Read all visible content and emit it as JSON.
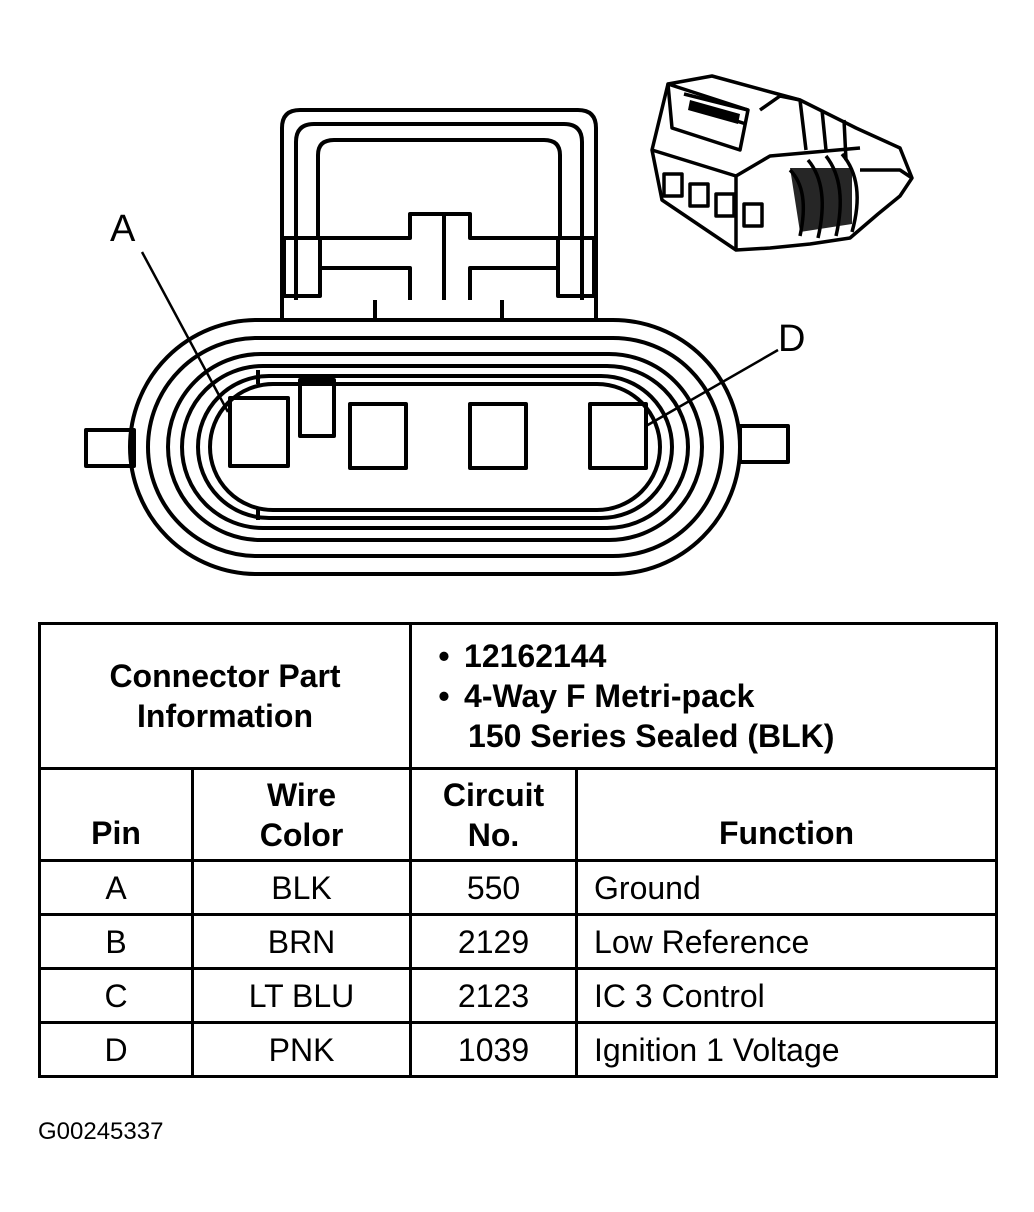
{
  "diagram": {
    "pin_label_a": "A",
    "pin_label_d": "D"
  },
  "table": {
    "part_info_label_line1": "Connector Part",
    "part_info_label_line2": "Information",
    "part_info_values": [
      "12162144",
      "4-Way F Metri-pack",
      "150 Series Sealed (BLK)"
    ],
    "headers": {
      "pin": "Pin",
      "wire_color_line1": "Wire",
      "wire_color_line2": "Color",
      "circuit_line1": "Circuit",
      "circuit_line2": "No.",
      "function": "Function"
    },
    "rows": [
      {
        "pin": "A",
        "wire_color": "BLK",
        "circuit": "550",
        "function": "Ground"
      },
      {
        "pin": "B",
        "wire_color": "BRN",
        "circuit": "2129",
        "function": "Low Reference"
      },
      {
        "pin": "C",
        "wire_color": "LT BLU",
        "circuit": "2123",
        "function": "IC 3 Control"
      },
      {
        "pin": "D",
        "wire_color": "PNK",
        "circuit": "1039",
        "function": "Ignition 1 Voltage"
      }
    ]
  },
  "figure_id": "G00245337"
}
